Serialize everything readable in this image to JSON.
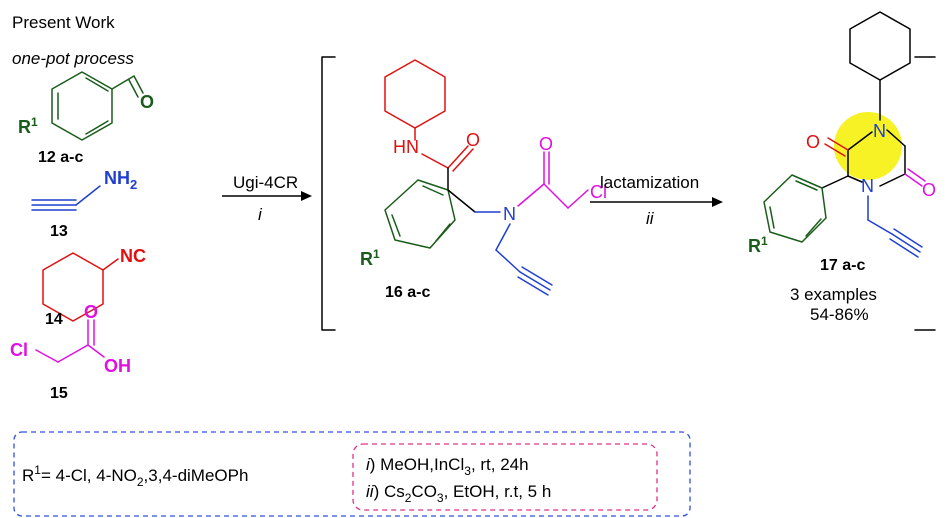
{
  "header": {
    "title": "Present Work",
    "subtitle": "one-pot process"
  },
  "compounds": {
    "c12": "12 a-c",
    "c13": "13",
    "c14": "14",
    "c15": "15",
    "c16": "16 a-c",
    "c17": "17 a-c"
  },
  "atoms": {
    "O": "O",
    "NH2": "NH",
    "NH2_sub": "2",
    "NC": "NC",
    "OH": "OH",
    "Cl": "Cl",
    "HN": "HN",
    "N": "N",
    "R": "R",
    "R_sup": "1"
  },
  "arrows": {
    "step1_top": "Ugi-4CR",
    "step1_bottom": "i",
    "step2_top": "lactamization",
    "step2_bottom": "ii"
  },
  "results": {
    "examples": "3 examples",
    "yield": "54-86%"
  },
  "conditions": {
    "r1_prefix": "R",
    "r1_sup": "1",
    "r1_text": "= 4-Cl, 4-NO",
    "r1_sub": "2",
    "r1_tail": ",3,4-diMeOPh",
    "i_label": "i",
    "i_text": ") MeOH,InCl",
    "i_sub": "3",
    "i_tail": ", rt, 24h",
    "ii_label": "ii",
    "ii_text": ") Cs",
    "ii_sub1": "2",
    "ii_mid": "CO",
    "ii_sub2": "3",
    "ii_tail": ", EtOH, r.t, 5 h"
  },
  "colors": {
    "green": "#1a5c1a",
    "blue": "#1f3fd0",
    "red": "#e01010",
    "magenta": "#e010e0",
    "highlight": "#f4f000",
    "box_blue": "#3050e0",
    "box_pink": "#e0308a"
  }
}
